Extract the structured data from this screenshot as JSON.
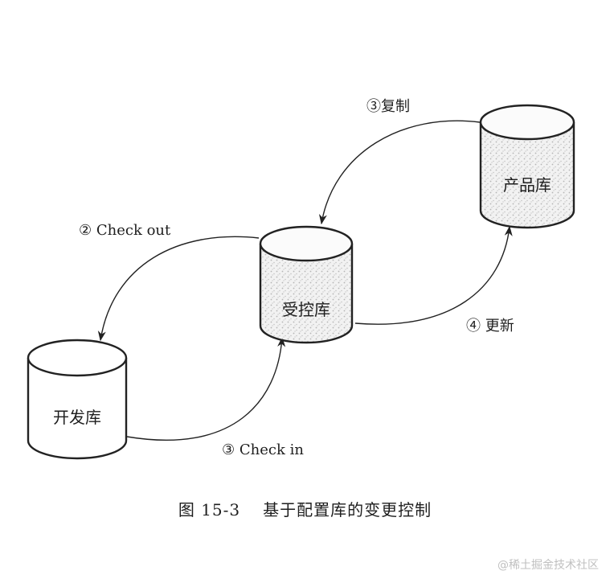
{
  "diagram": {
    "nodes": {
      "dev": {
        "label": "开发库"
      },
      "controlled": {
        "label": "受控库"
      },
      "product": {
        "label": "产品库"
      }
    },
    "edges": {
      "copy": {
        "label": "③复制"
      },
      "checkout": {
        "label": "② Check out"
      },
      "checkin": {
        "label": "③ Check in"
      },
      "update": {
        "label": "④ 更新"
      }
    }
  },
  "caption": {
    "figure_number": "图 15-3",
    "title": "基于配置库的变更控制"
  },
  "watermark": "@稀土掘金技术社区"
}
